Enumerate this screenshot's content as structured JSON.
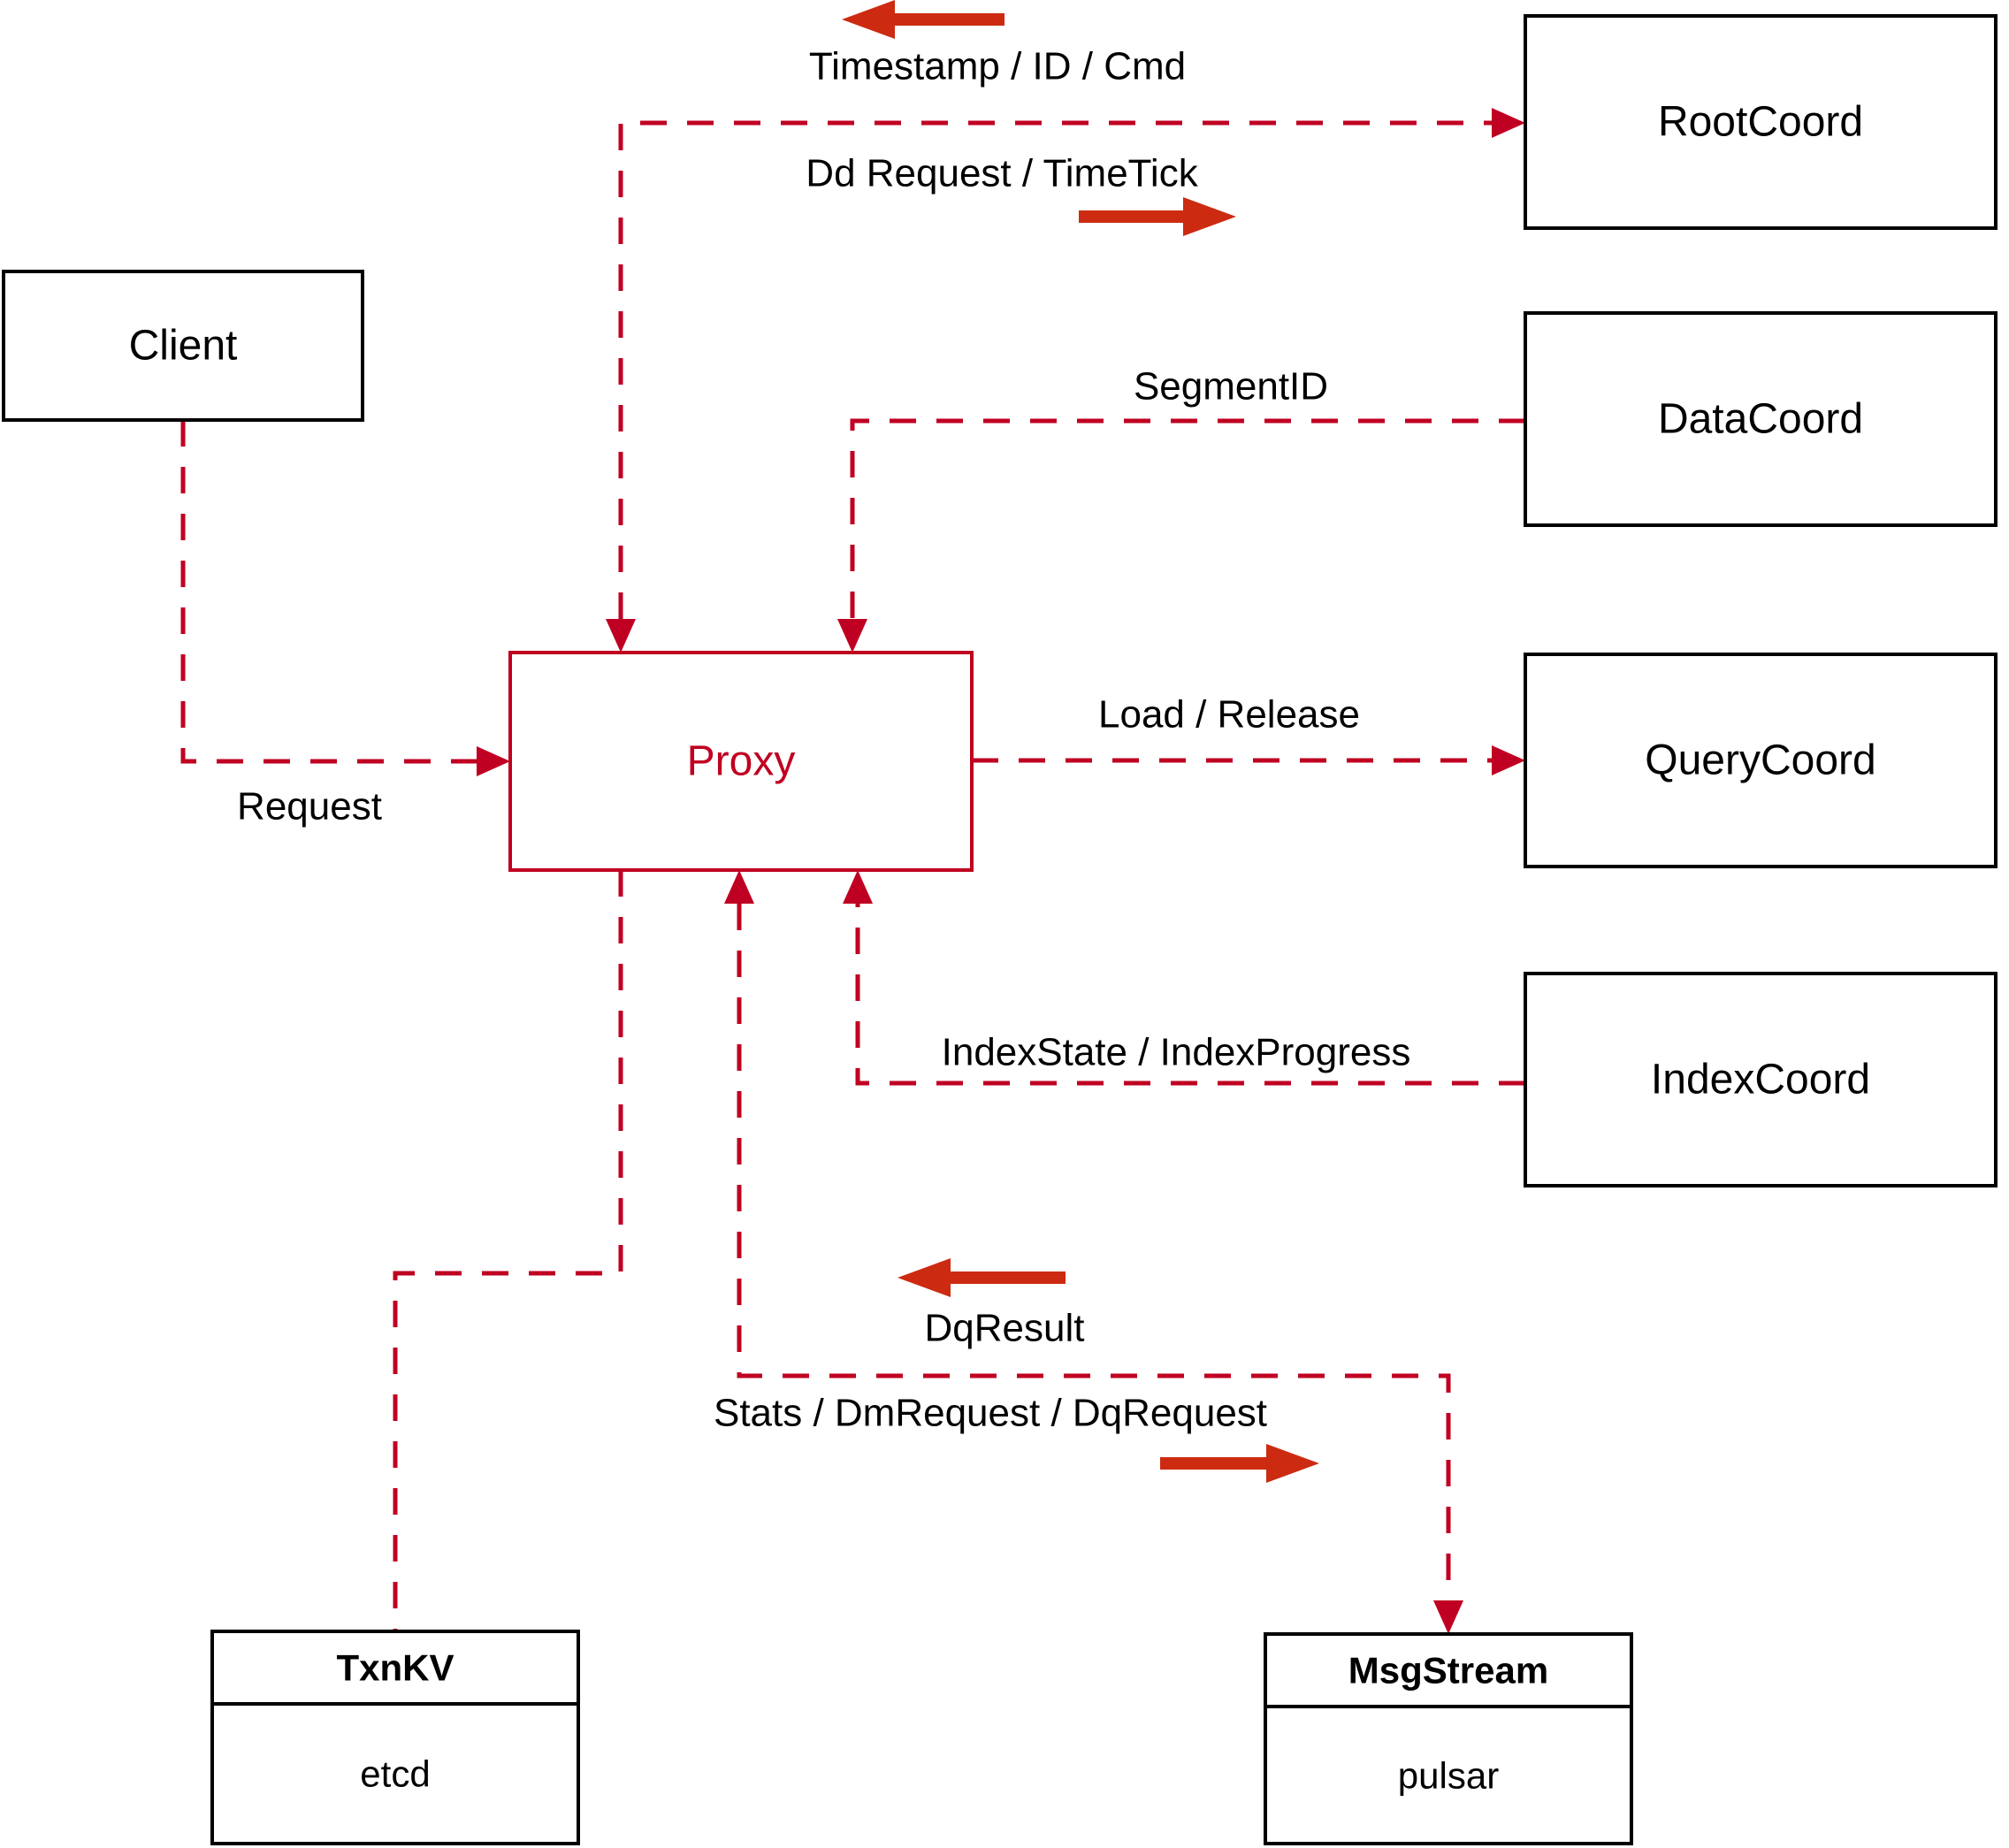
{
  "nodes": {
    "client": "Client",
    "root_coord": "RootCoord",
    "data_coord": "DataCoord",
    "query_coord": "QueryCoord",
    "index_coord": "IndexCoord",
    "proxy": "Proxy"
  },
  "stores": {
    "txn_kv": {
      "title": "TxnKV",
      "impl": "etcd"
    },
    "msg_stream": {
      "title": "MsgStream",
      "impl": "pulsar"
    }
  },
  "edge_labels": {
    "root_in": "Timestamp / ID / Cmd",
    "root_out": "Dd Request / TimeTick",
    "segment": "SegmentID",
    "load": "Load / Release",
    "request": "Request",
    "index": "IndexState / IndexProgress",
    "dq_result": "DqResult",
    "stats": "Stats / DmRequest / DqRequest"
  },
  "colors": {
    "dashed_edge": "#c00022",
    "direction_arrow": "#cc2b12",
    "proxy_accent": "#c00021",
    "box_border": "#000000",
    "text": "#000000",
    "background": "#ffffff"
  }
}
